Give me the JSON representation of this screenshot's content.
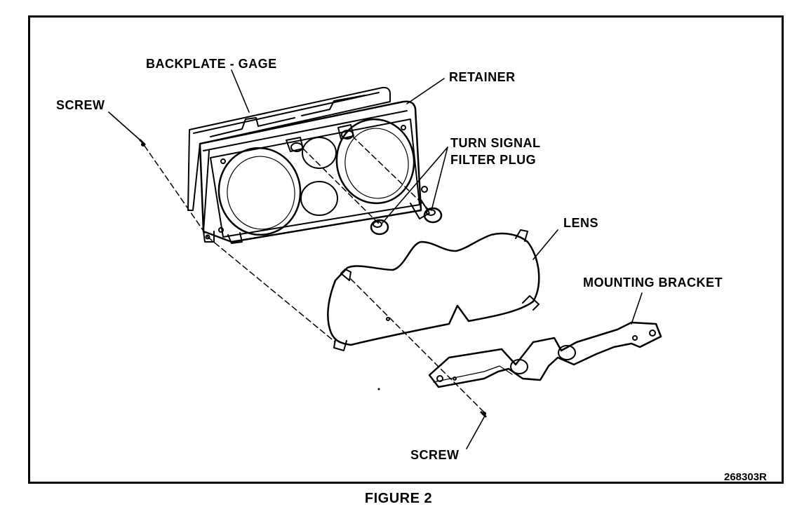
{
  "labels": {
    "backplate": "BACKPLATE - GAGE",
    "retainer": "RETAINER",
    "screw_top": "SCREW",
    "turn_signal_1": "TURN SIGNAL",
    "turn_signal_2": "FILTER PLUG",
    "lens": "LENS",
    "mounting_bracket": "MOUNTING BRACKET",
    "screw_bottom": "SCREW"
  },
  "figure_code": "268303R",
  "caption": "FIGURE 2"
}
